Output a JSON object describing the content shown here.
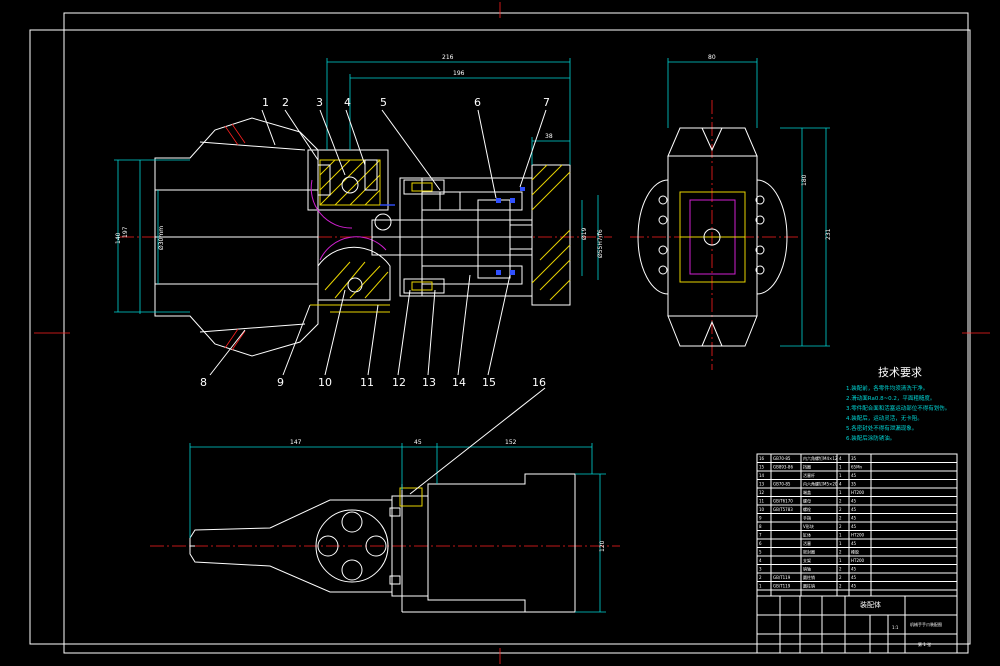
{
  "balloons": [
    "1",
    "2",
    "3",
    "4",
    "5",
    "6",
    "7",
    "8",
    "9",
    "10",
    "11",
    "12",
    "13",
    "14",
    "15",
    "16"
  ],
  "dimensions": {
    "d216": "216",
    "d196": "196",
    "d38": "38",
    "d197": "197",
    "d140": "140",
    "d30": "Ø30mm",
    "d80": "80",
    "d180": "180",
    "d231": "231",
    "d147": "147",
    "d45": "45",
    "d152": "152",
    "d120": "120",
    "d_phi": "Ø19",
    "d_fit": "Ø55H7/f6"
  },
  "tech_title": "技术要求",
  "tech_lines": [
    "1.装配前，各零件均须清洗干净。",
    "2.滑动面Ra0.8~0.2，平面粗糙度。",
    "3.零件配合面和活塞运动部位不得有划伤。",
    "4.装配后，运动灵活，无卡阻。",
    "5.各密封处不得有泄漏现象。",
    "6.装配后涂防锈油。"
  ],
  "title_block": {
    "drawing_title": "装配体",
    "school": "机械手手爪装配图",
    "scale": "1:1",
    "sheet": "第 1 张"
  },
  "bom_rows": [
    [
      "16",
      "GB70-85",
      "内六角螺钉M4×12",
      "4",
      "35",
      ""
    ],
    [
      "15",
      "GB893-86",
      "挡圈",
      "1",
      "65Mn",
      ""
    ],
    [
      "14",
      "",
      "活塞杆",
      "1",
      "45",
      ""
    ],
    [
      "13",
      "GB70-85",
      "内六角螺钉M5×20",
      "4",
      "35",
      ""
    ],
    [
      "12",
      "",
      "端盖",
      "1",
      "HT200",
      ""
    ],
    [
      "11",
      "GB/T6170",
      "螺母",
      "2",
      "45",
      ""
    ],
    [
      "10",
      "GB/T5783",
      "螺栓",
      "2",
      "45",
      ""
    ],
    [
      "9",
      "",
      "手指",
      "2",
      "45",
      ""
    ],
    [
      "8",
      "",
      "V形块",
      "2",
      "45",
      ""
    ],
    [
      "7",
      "",
      "缸体",
      "1",
      "HT200",
      ""
    ],
    [
      "6",
      "",
      "活塞",
      "1",
      "45",
      ""
    ],
    [
      "5",
      "",
      "密封圈",
      "2",
      "橡胶",
      ""
    ],
    [
      "4",
      "",
      "支架",
      "1",
      "HT200",
      ""
    ],
    [
      "3",
      "",
      "销轴",
      "2",
      "45",
      ""
    ],
    [
      "2",
      "GB/T119",
      "圆柱销",
      "2",
      "45",
      ""
    ],
    [
      "1",
      "GB/T119",
      "圆柱销",
      "2",
      "45",
      ""
    ]
  ],
  "colors": {
    "background": "#000000",
    "outline": "#ffffff",
    "dimension": "#00d5d5",
    "centerline": "#ff2020",
    "seal": "#3050ff",
    "hatch": "#e8d400"
  }
}
